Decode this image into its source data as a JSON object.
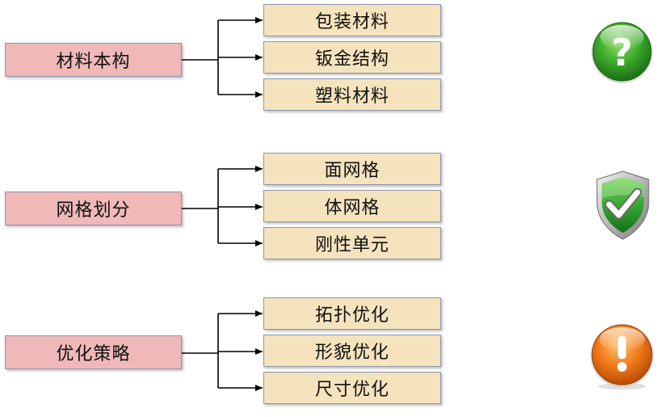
{
  "groups": [
    {
      "label": "材料本构",
      "status_icon": "question-icon",
      "children": [
        "包装材料",
        "钣金结构",
        "塑料材料"
      ]
    },
    {
      "label": "网格划分",
      "status_icon": "check-shield-icon",
      "children": [
        "面网格",
        "体网格",
        "刚性单元"
      ]
    },
    {
      "label": "优化策略",
      "status_icon": "exclamation-icon",
      "children": [
        "拓扑优化",
        "形貌优化",
        "尺寸优化"
      ]
    }
  ],
  "colors": {
    "parent_fill": "#f0b8b8",
    "child_fill": "#f4e3bd",
    "box_border": "#8a94ad",
    "question_green": "#3aa82a",
    "shield_green": "#2e9e2e",
    "alert_orange": "#f07818"
  }
}
